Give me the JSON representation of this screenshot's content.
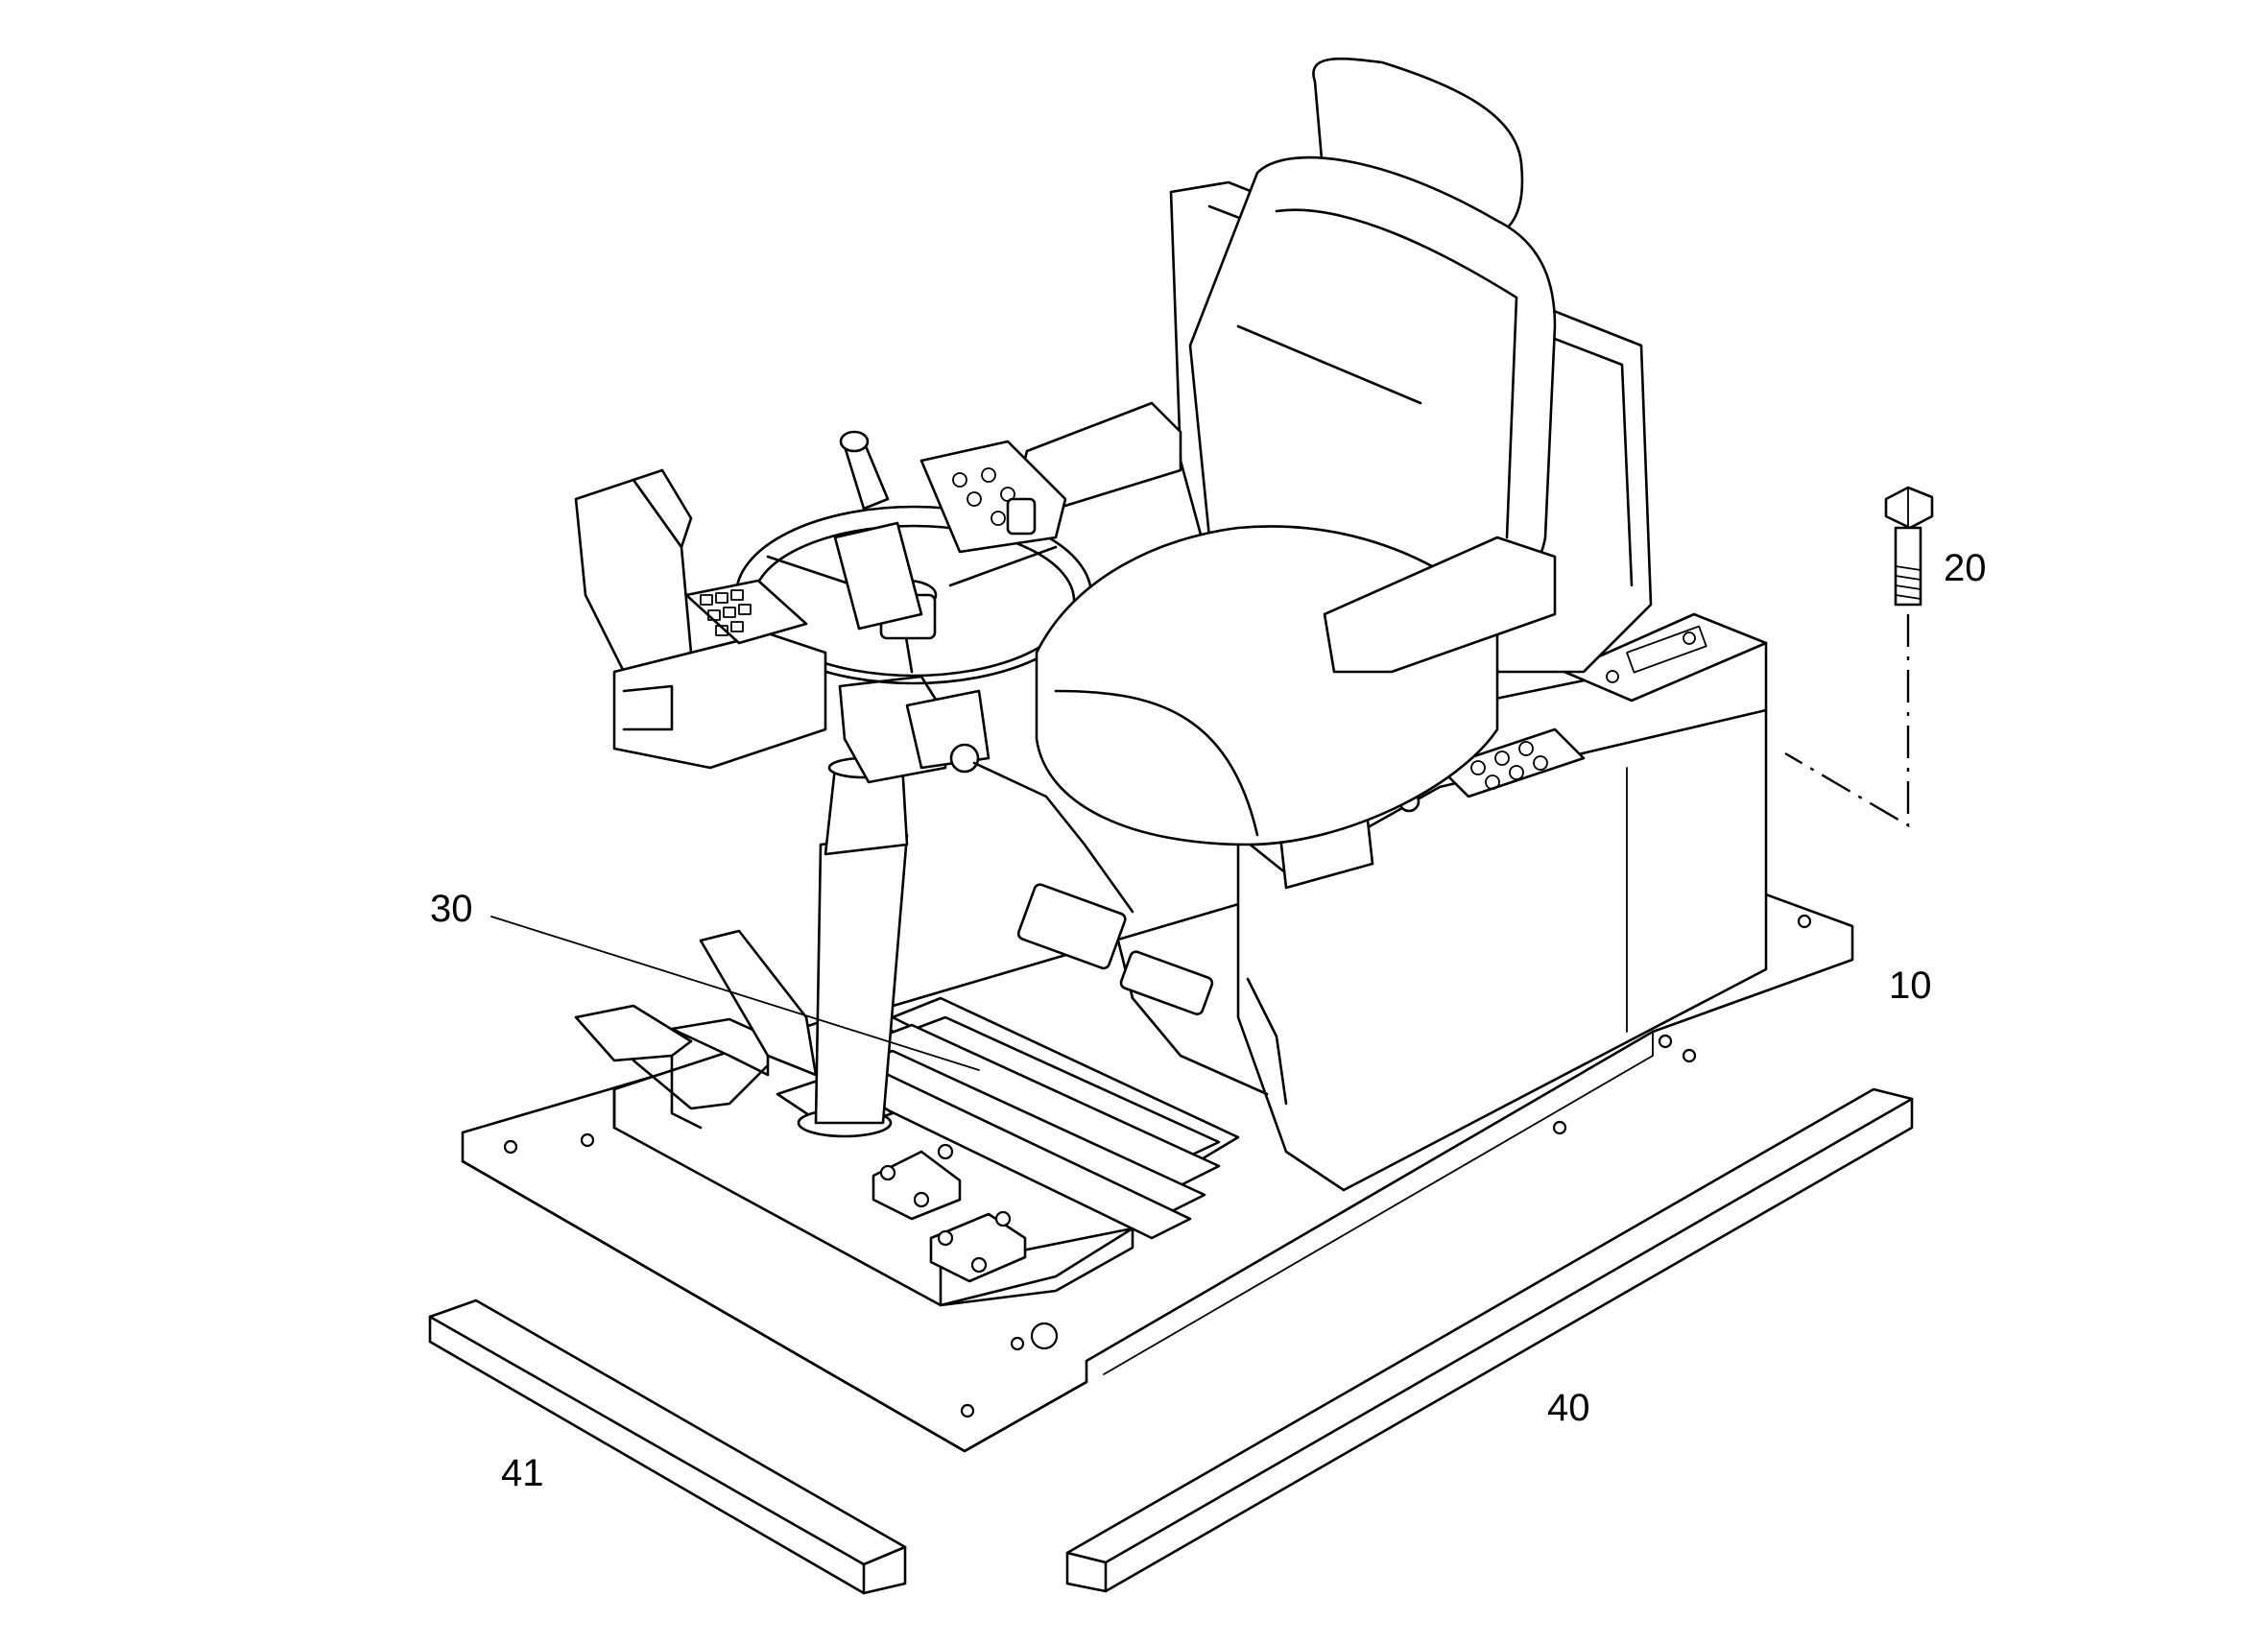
{
  "labels": {
    "cab_assembly": "10",
    "bolt": "20",
    "pedal_assembly": "30",
    "support_bar_long": "40",
    "support_bar_short": "41"
  }
}
